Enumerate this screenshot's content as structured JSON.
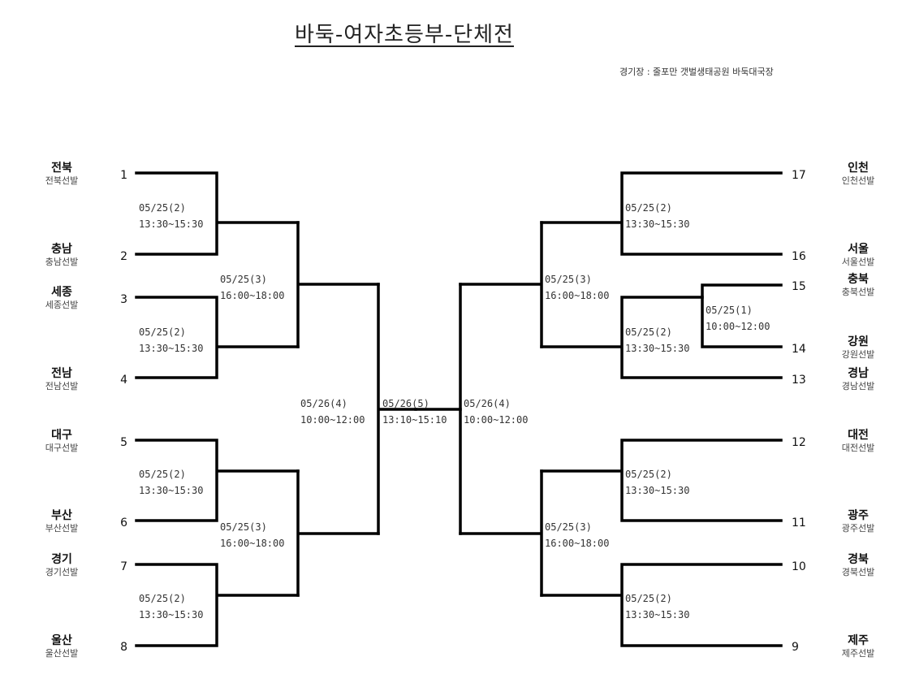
{
  "header": {
    "title": "바둑-여자초등부-단체전",
    "venue": "경기장 : 줄포만 갯벌생태공원 바둑대국장"
  },
  "left_teams": [
    {
      "seed": "1",
      "name": "전북",
      "sub": "전북선발"
    },
    {
      "seed": "2",
      "name": "충남",
      "sub": "충남선발"
    },
    {
      "seed": "3",
      "name": "세종",
      "sub": "세종선발"
    },
    {
      "seed": "4",
      "name": "전남",
      "sub": "전남선발"
    },
    {
      "seed": "5",
      "name": "대구",
      "sub": "대구선발"
    },
    {
      "seed": "6",
      "name": "부산",
      "sub": "부산선발"
    },
    {
      "seed": "7",
      "name": "경기",
      "sub": "경기선발"
    },
    {
      "seed": "8",
      "name": "울산",
      "sub": "울산선발"
    }
  ],
  "right_teams": [
    {
      "seed": "17",
      "name": "인천",
      "sub": "인천선발"
    },
    {
      "seed": "16",
      "name": "서울",
      "sub": "서울선발"
    },
    {
      "seed": "15",
      "name": "충북",
      "sub": "충북선발"
    },
    {
      "seed": "14",
      "name": "강원",
      "sub": "강원선발"
    },
    {
      "seed": "13",
      "name": "경남",
      "sub": "경남선발"
    },
    {
      "seed": "12",
      "name": "대전",
      "sub": "대전선발"
    },
    {
      "seed": "11",
      "name": "광주",
      "sub": "광주선발"
    },
    {
      "seed": "10",
      "name": "경북",
      "sub": "경북선발"
    },
    {
      "seed": "9",
      "name": "제주",
      "sub": "제주선발"
    }
  ],
  "matches": {
    "l_r1_a": {
      "date": "05/25(2)",
      "time": "13:30~15:30"
    },
    "l_r1_b": {
      "date": "05/25(2)",
      "time": "13:30~15:30"
    },
    "l_r1_c": {
      "date": "05/25(2)",
      "time": "13:30~15:30"
    },
    "l_r1_d": {
      "date": "05/25(2)",
      "time": "13:30~15:30"
    },
    "l_qf_a": {
      "date": "05/25(3)",
      "time": "16:00~18:00"
    },
    "l_qf_b": {
      "date": "05/25(3)",
      "time": "16:00~18:00"
    },
    "l_sf": {
      "date": "05/26(4)",
      "time": "10:00~12:00"
    },
    "final": {
      "date": "05/26(5)",
      "time": "13:10~15:10"
    },
    "r_sf": {
      "date": "05/26(4)",
      "time": "10:00~12:00"
    },
    "r_qf_a": {
      "date": "05/25(3)",
      "time": "16:00~18:00"
    },
    "r_qf_b": {
      "date": "05/25(3)",
      "time": "16:00~18:00"
    },
    "r_r1_a": {
      "date": "05/25(2)",
      "time": "13:30~15:30"
    },
    "r_r1_b": {
      "date": "05/25(2)",
      "time": "13:30~15:30"
    },
    "r_r1_c": {
      "date": "05/25(2)",
      "time": "13:30~15:30"
    },
    "r_r1_d": {
      "date": "05/25(2)",
      "time": "13:30~15:30"
    },
    "r_pre": {
      "date": "05/25(1)",
      "time": "10:00~12:00"
    }
  }
}
